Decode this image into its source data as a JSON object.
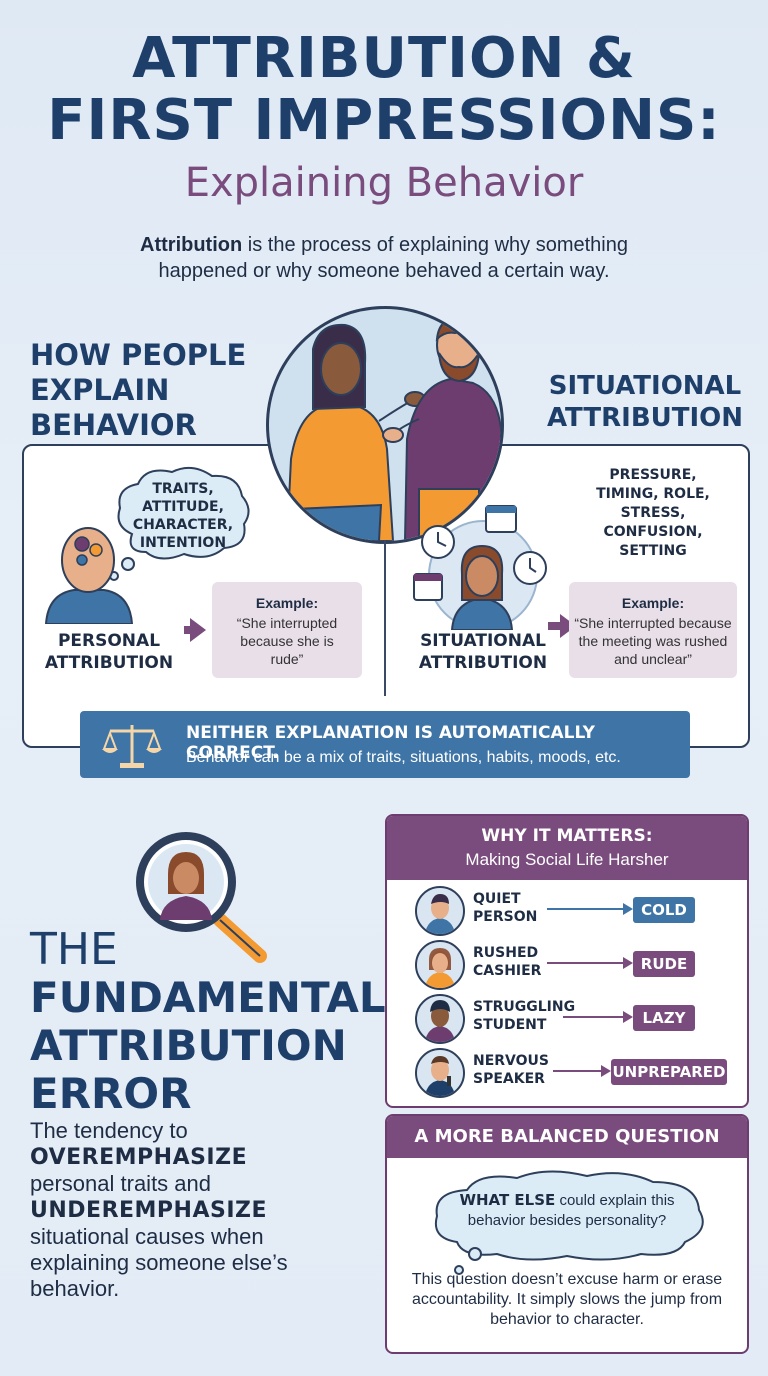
{
  "title": {
    "line1": "ATTRIBUTION &",
    "line2": "FIRST IMPRESSIONS:",
    "subtitle": "Explaining Behavior"
  },
  "intro": {
    "term": "Attribution",
    "rest": " is the process of explaining why something happened or why someone behaved a certain way."
  },
  "how_section": {
    "heading_left": [
      "HOW PEOPLE",
      "EXPLAIN",
      "BEHAVIOR"
    ],
    "heading_right": [
      "SITUATIONAL",
      "ATTRIBUTION"
    ],
    "personal": {
      "cloud_words": [
        "TRAITS,",
        "ATTITUDE,",
        "CHARACTER,",
        "INTENTION"
      ],
      "label": [
        "PERSONAL",
        "ATTRIBUTION"
      ],
      "example_title": "Example:",
      "example_text": "“She interrupted because she is rude”"
    },
    "situational": {
      "words": [
        "PRESSURE,",
        "TIMING, ROLE,",
        "STRESS,",
        "CONFUSION,",
        "SETTING"
      ],
      "label": [
        "SITUATIONAL",
        "ATTRIBUTION"
      ],
      "example_title": "Example:",
      "example_text": "“She interrupted because the meeting was rushed and unclear”"
    },
    "banner": {
      "headline": "NEITHER EXPLANATION IS AUTOMATICALLY CORRECT.",
      "detail": "Behavior can be a mix of traits, situations, habits, moods, etc."
    }
  },
  "fae": {
    "the": "THE",
    "lines": [
      "FUNDAMENTAL",
      "ATTRIBUTION",
      "ERROR"
    ],
    "def_part1": "The tendency to",
    "over": "OVEREMPHASIZE",
    "def_part2": "personal traits and",
    "under": "UNDEREMPHASIZE",
    "def_part3": "situational causes when explaining someone else’s behavior."
  },
  "why": {
    "title": "WHY IT MATTERS:",
    "subtitle": "Making Social Life Harsher",
    "rows": [
      {
        "person": [
          "QUIET",
          "PERSON"
        ],
        "judgment": "COLD",
        "color": "#3e74a6"
      },
      {
        "person": [
          "RUSHED",
          "CASHIER"
        ],
        "judgment": "RUDE",
        "color": "#7a4b7d"
      },
      {
        "person": [
          "STRUGGLING",
          "STUDENT"
        ],
        "judgment": "LAZY",
        "color": "#7a4b7d"
      },
      {
        "person": [
          "NERVOUS",
          "SPEAKER"
        ],
        "judgment": "UNPREPARED",
        "color": "#7a4b7d"
      }
    ]
  },
  "balanced": {
    "title": "A MORE BALANCED QUESTION",
    "q_strong": "WHAT ELSE",
    "q_rest": " could explain this behavior besides personality?",
    "note": "This question doesn’t excuse harm or erase accountability. It simply slows the jump from behavior to character."
  },
  "colors": {
    "navy": "#1f3f6b",
    "plum": "#7a4b7d",
    "blue_banner": "#3e74a6",
    "orange": "#f39a33"
  }
}
